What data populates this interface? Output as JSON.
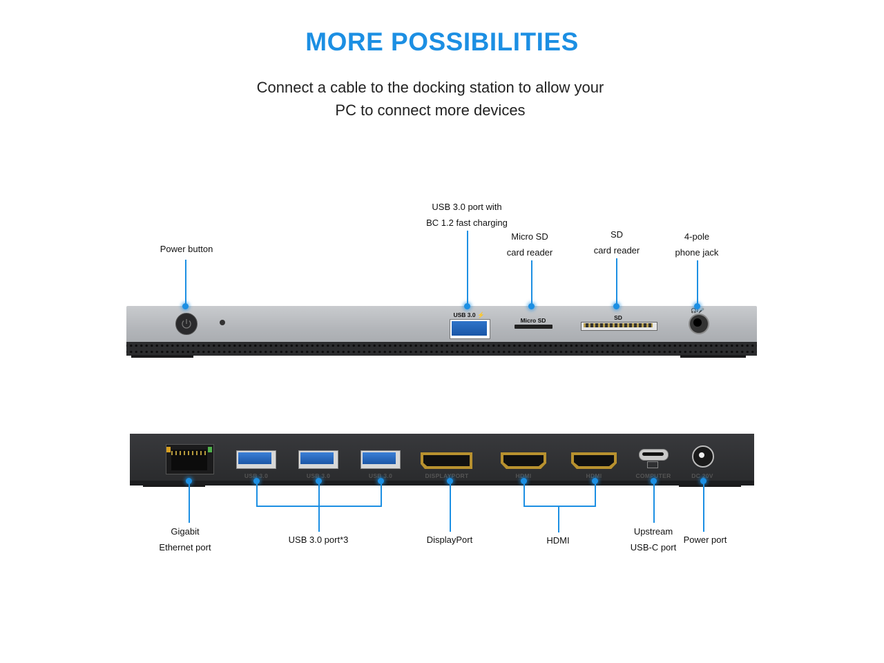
{
  "title": "MORE POSSIBILITIES",
  "subtitle_line1": "Connect a cable to the docking station to allow your",
  "subtitle_line2": "PC to connect more devices",
  "front_callouts": {
    "power": [
      "Power button"
    ],
    "usb": [
      "USB 3.0 port with",
      "BC 1.2 fast charging"
    ],
    "microsd": [
      "Micro SD",
      "card reader"
    ],
    "sd": [
      "SD",
      "card reader"
    ],
    "phone": [
      "4-pole",
      "phone jack"
    ]
  },
  "front_port_labels": {
    "usb": "USB 3.0 ⚡",
    "microsd": "Micro SD",
    "sd": "SD",
    "phone": "🎧/🎤"
  },
  "rear_port_labels": {
    "usb1": "USB 3.0",
    "usb2": "USB 3.0",
    "usb3": "USB 3.0",
    "displayport": "DISPLAYPORT",
    "hdmi1": "HDMI",
    "hdmi2": "HDMI",
    "computer": "COMPUTER",
    "dc": "DC 20V"
  },
  "rear_callouts": {
    "ethernet": [
      "Gigabit",
      "Ethernet port"
    ],
    "usb": [
      "USB 3.0 port*3"
    ],
    "displayport": [
      "DisplayPort"
    ],
    "hdmi": [
      "HDMI"
    ],
    "usbc": [
      "Upstream",
      "USB-C port"
    ],
    "power": [
      "Power port"
    ]
  },
  "colors": {
    "accent": "#1c8fe3"
  }
}
